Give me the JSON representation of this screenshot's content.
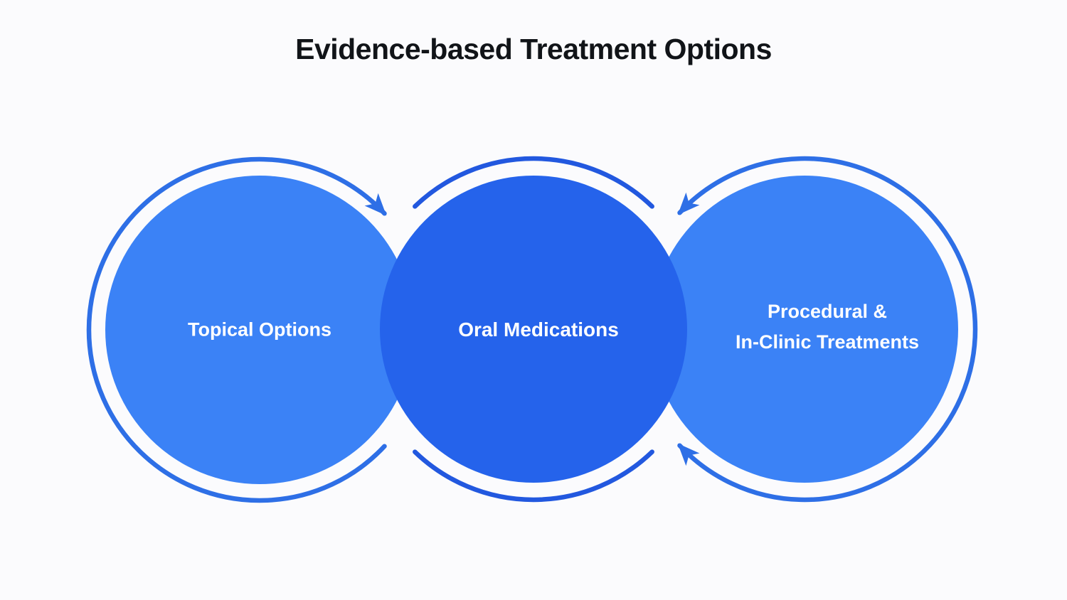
{
  "title": "Evidence-based Treatment Options",
  "circles": [
    {
      "id": "topical",
      "label": "Topical Options"
    },
    {
      "id": "oral",
      "label": "Oral Medications"
    },
    {
      "id": "procedural",
      "label_line1": "Procedural &",
      "label_line2": "In-Clinic Treatments"
    }
  ],
  "icons": {
    "arrowhead": "triangle-arrowhead-icon"
  },
  "colors": {
    "background": "#fbfbfd",
    "title_text": "#111418",
    "circle_side_fill": "#3b82f6",
    "circle_middle_fill": "#2563eb",
    "ring_side_stroke": "#2e6fe6",
    "ring_middle_stroke": "#2258df",
    "label_text": "#ffffff"
  }
}
